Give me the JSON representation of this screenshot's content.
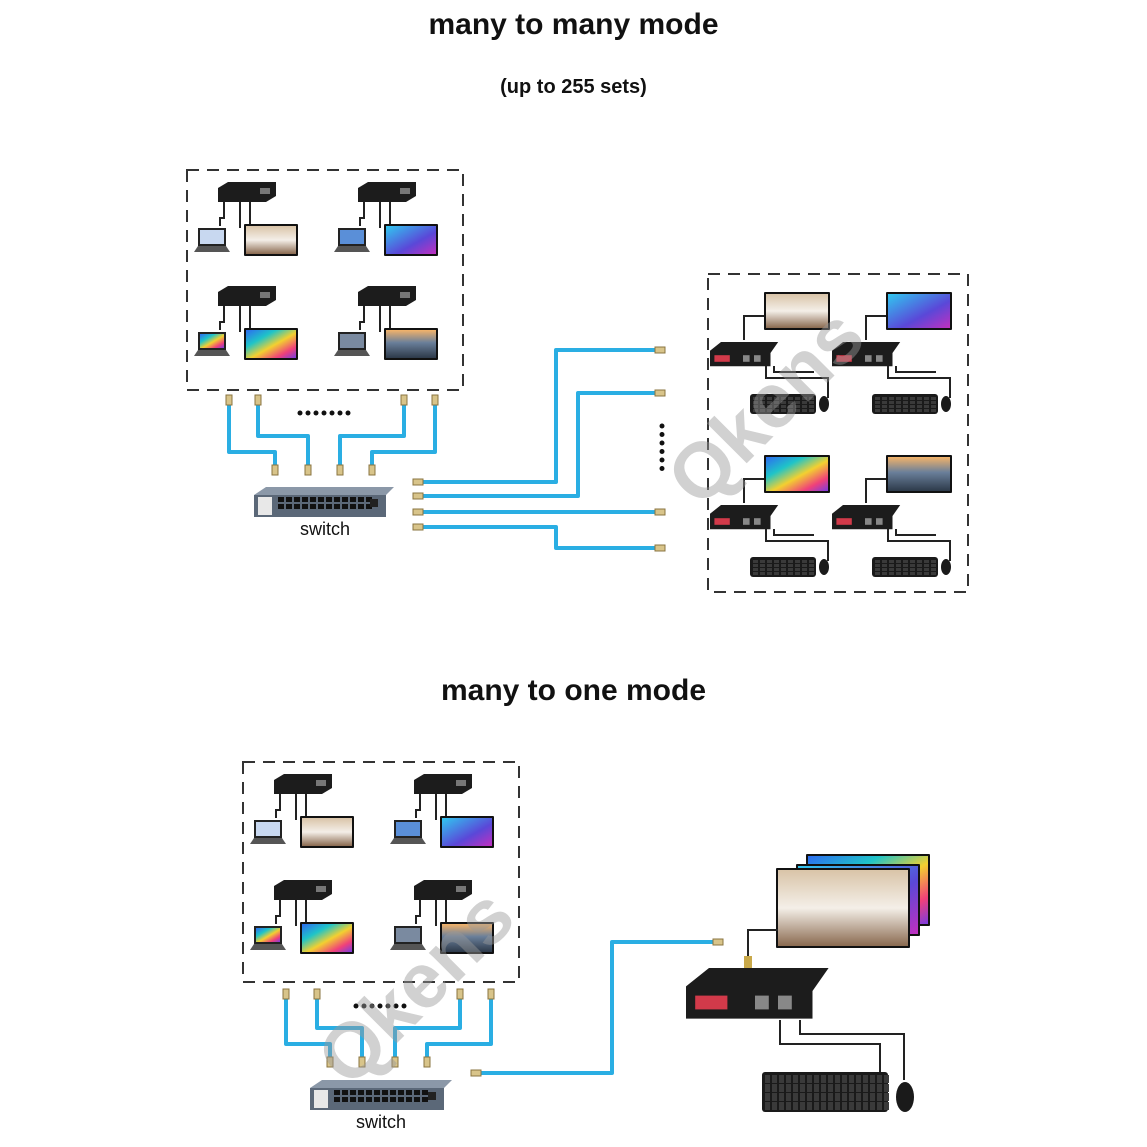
{
  "sections": {
    "many_to_many": {
      "title": "many to many mode",
      "subtitle": "(up to 255 sets)",
      "switch_label": "switch"
    },
    "many_to_one": {
      "title": "many to one mode",
      "switch_label": "switch"
    }
  },
  "watermark": "Qkens",
  "colors": {
    "cable": "#2aaee3",
    "device": "#1c1c1c",
    "switch": "#5b6878",
    "dashed_border": "#333333"
  }
}
